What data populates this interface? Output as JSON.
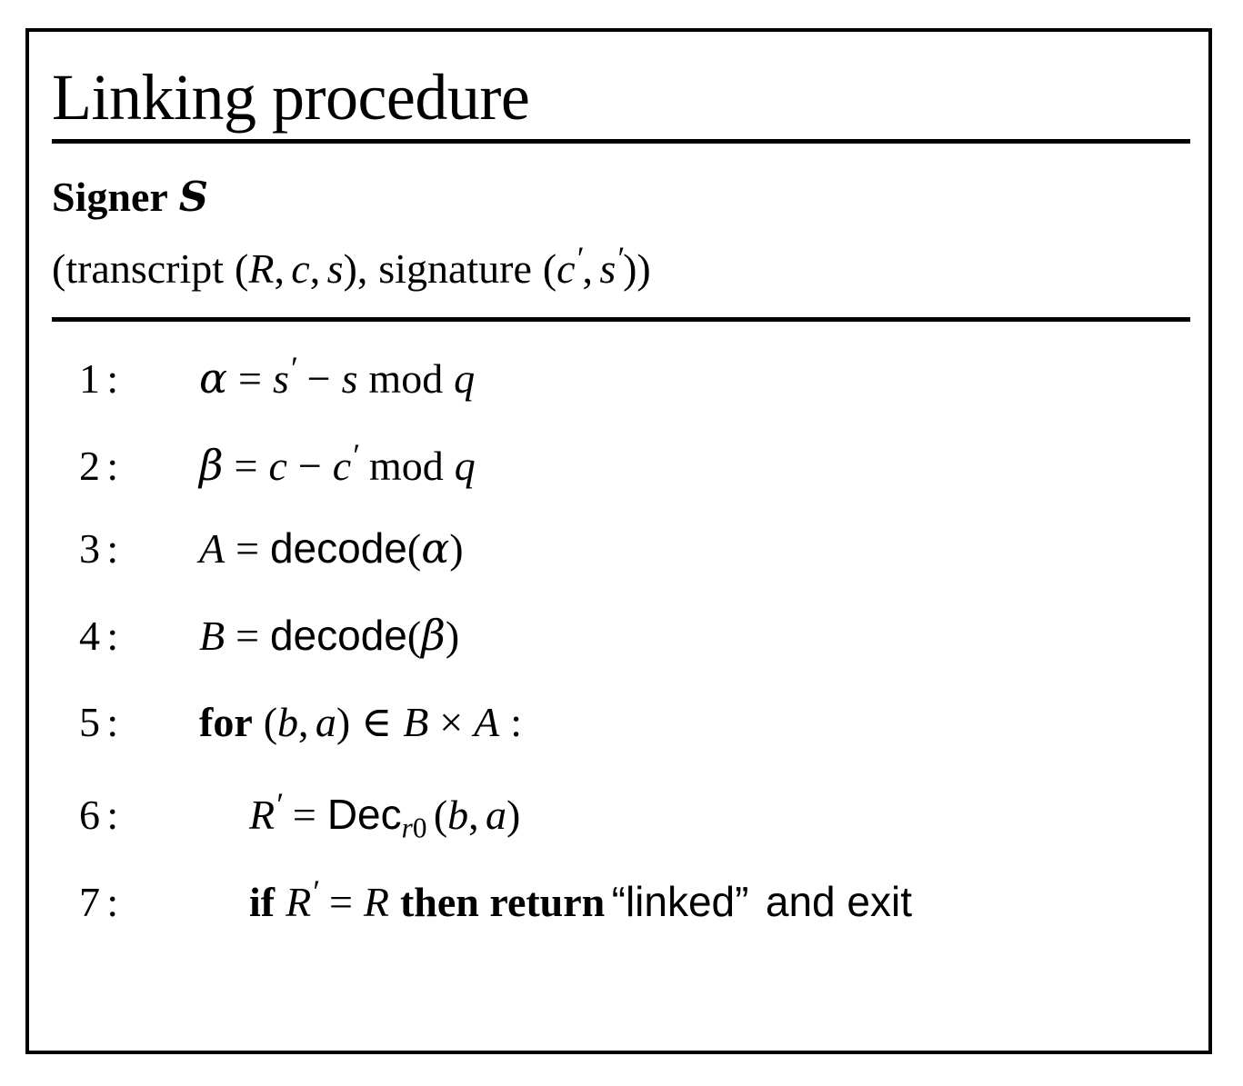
{
  "box": {
    "title": "Linking procedure",
    "border_color": "#000000",
    "background": "#ffffff"
  },
  "header": {
    "signer_label": "Signer",
    "signer_symbol": "S",
    "transcript_open": "(transcript",
    "transcript_tuple_open": "(",
    "transcript_vars": [
      "R",
      "c",
      "s"
    ],
    "transcript_tuple_close": ")",
    "comma": ",",
    "signature_label": "signature",
    "signature_tuple_open": "(",
    "signature_vars": [
      "c",
      "s"
    ],
    "signature_prime": "′",
    "signature_tuple_close": ")",
    "outer_close": ")",
    "full_text": "(transcript (R, c, s), signature (c′, s′))"
  },
  "lines": [
    {
      "number": "1",
      "colon": ":",
      "indent": 0,
      "text": "α = s′ − s mod q",
      "parts": {
        "lhs": "α",
        "eq": "=",
        "rhs_a": "s",
        "prime": "′",
        "minus": "−",
        "rhs_b": "s",
        "mod": "mod",
        "modulus": "q"
      }
    },
    {
      "number": "2",
      "colon": ":",
      "indent": 0,
      "text": "β = c − c′ mod q",
      "parts": {
        "lhs": "β",
        "eq": "=",
        "rhs_a": "c",
        "minus": "−",
        "rhs_b": "c",
        "prime": "′",
        "mod": "mod",
        "modulus": "q"
      }
    },
    {
      "number": "3",
      "colon": ":",
      "indent": 0,
      "text": "A = decode(α)",
      "parts": {
        "lhs": "A",
        "eq": "=",
        "func": "decode",
        "open": "(",
        "arg": "α",
        "close": ")"
      }
    },
    {
      "number": "4",
      "colon": ":",
      "indent": 0,
      "text": "B = decode(β)",
      "parts": {
        "lhs": "B",
        "eq": "=",
        "func": "decode",
        "open": "(",
        "arg": "β",
        "close": ")"
      }
    },
    {
      "number": "5",
      "colon": ":",
      "indent": 0,
      "text": "for (b, a) ∈ B × A :",
      "parts": {
        "keyword": "for",
        "open": "(",
        "var1": "b",
        "comma": ",",
        "var2": "a",
        "close": ")",
        "in": "∈",
        "set1": "B",
        "times": "×",
        "set2": "A",
        "colon": ":"
      }
    },
    {
      "number": "6",
      "colon": ":",
      "indent": 1,
      "text": "R′ = Dec_{r₀} (b, a)",
      "parts": {
        "lhs": "R",
        "prime": "′",
        "eq": "=",
        "func": "Dec",
        "sub_var": "r",
        "sub_digit": "0",
        "open": "(",
        "var1": "b",
        "comma": ",",
        "var2": "a",
        "close": ")"
      }
    },
    {
      "number": "7",
      "colon": ":",
      "indent": 1,
      "text": "if R′ = R then return “linked” and exit",
      "parts": {
        "if": "if",
        "lhs": "R",
        "prime": "′",
        "eq": "=",
        "rhs": "R",
        "then_return": "then return",
        "quote_open": "“",
        "result": "linked",
        "quote_close": "”",
        "tail": "and exit"
      }
    }
  ]
}
